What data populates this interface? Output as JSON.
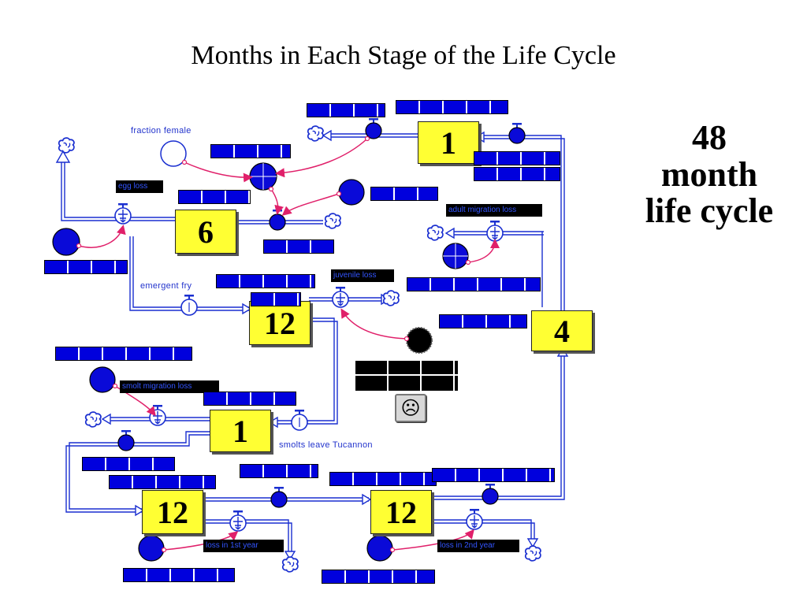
{
  "title": "Months in Each Stage of the Life Cycle",
  "summary": {
    "line1": "48",
    "line2": "month",
    "line3": "life cycle"
  },
  "stocks": {
    "eggs": "6",
    "fry": "12",
    "smolts": "1",
    "ocean_year1": "12",
    "ocean_year2": "12",
    "adults_ocean": "4",
    "spawners": "1"
  },
  "labels": {
    "fraction_female": "fraction female",
    "egg_loss": "egg loss",
    "adult_migration_loss": "adult migration loss",
    "emergent_fry": "emergent fry",
    "juvenile_loss": "juvenile loss",
    "smolt_migration_loss": "smolt migration loss",
    "smolts_leave_tucannon": "smolts leave Tucannon",
    "loss_1st_year": "loss in 1st year",
    "loss_2nd_year": "loss in 2nd year"
  },
  "icons": {
    "cloud": "cloud-sink-icon",
    "valve": "flow-valve-icon",
    "converter": "converter-circle-icon",
    "button": "sad-face-icon"
  },
  "colors": {
    "flow": "#1a2fd0",
    "stock": "#ffff33",
    "connector": "#e0206a",
    "converter_fill": "#0a0ad8",
    "blue_bar": "#0000dd"
  }
}
